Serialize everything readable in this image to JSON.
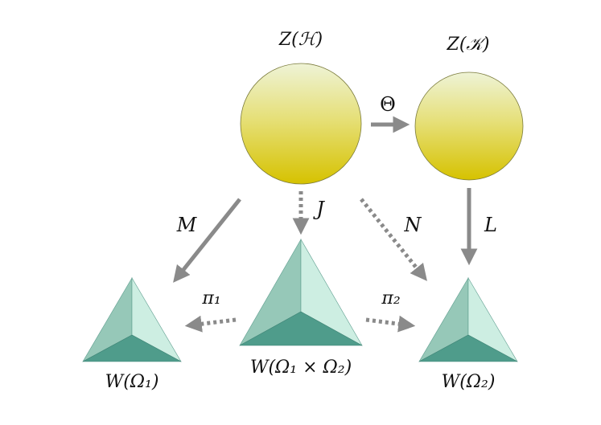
{
  "nodes": {
    "zh": {
      "label": "Z(ℋ)"
    },
    "zk": {
      "label": "Z(𝒦)"
    },
    "w1": {
      "label": "W(Ω₁)"
    },
    "w12": {
      "label": "W(Ω₁ × Ω₂)"
    },
    "w2": {
      "label": "W(Ω₂)"
    }
  },
  "edges": {
    "theta": {
      "label": "Θ",
      "style": "solid"
    },
    "j": {
      "label": "J",
      "style": "dotted"
    },
    "m": {
      "label": "M",
      "style": "solid"
    },
    "n": {
      "label": "N",
      "style": "dotted"
    },
    "l": {
      "label": "L",
      "style": "solid"
    },
    "pi1": {
      "label": "π₁",
      "style": "dotted"
    },
    "pi2": {
      "label": "π₂",
      "style": "dotted"
    }
  },
  "colors": {
    "arrow": "#8a8a8a",
    "circle_top": "#eef3d6",
    "circle_bottom": "#d6c200",
    "pyramid_light": "#cdeee2",
    "pyramid_mid": "#96c8b8",
    "pyramid_dark": "#4f9c8b"
  }
}
